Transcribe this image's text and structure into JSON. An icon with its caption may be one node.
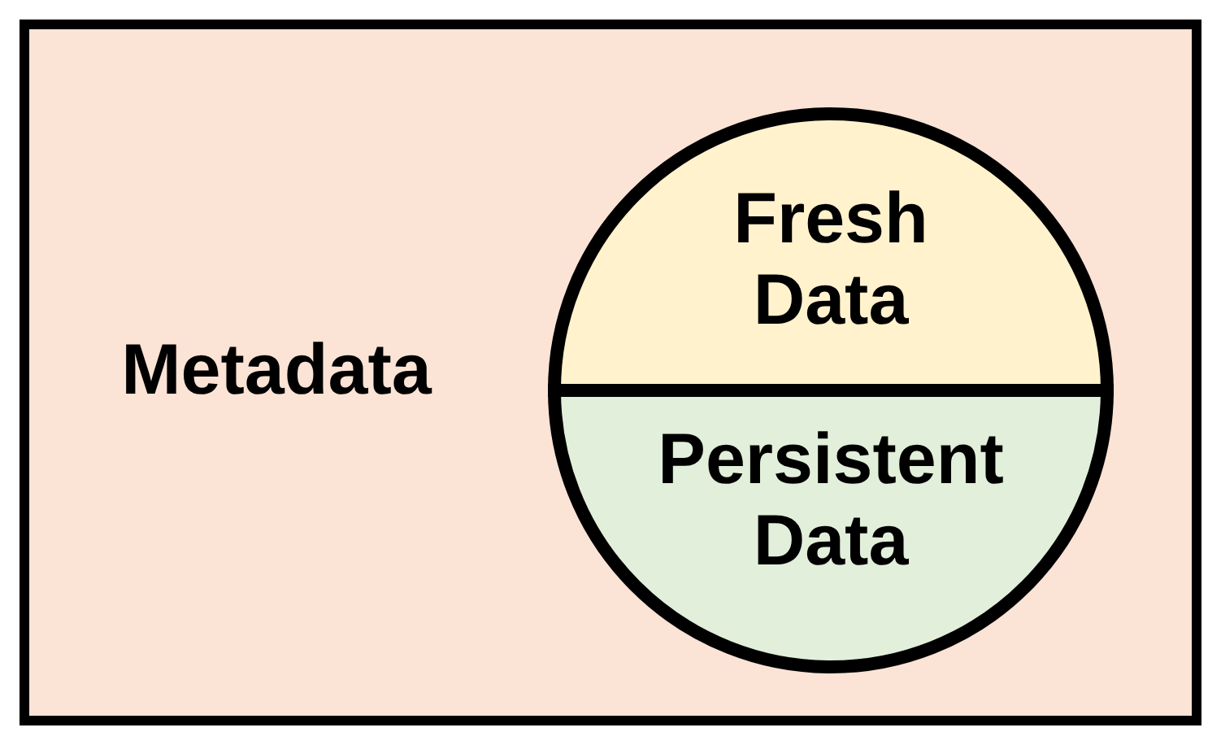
{
  "diagram": {
    "nodes": [
      {
        "text": [
          "Metadata"
        ]
      },
      {
        "text": [
          "Fresh Data"
        ],
        "in": 0
      },
      {
        "text": [
          "Persistent Data"
        ],
        "in": 0
      }
    ]
  }
}
